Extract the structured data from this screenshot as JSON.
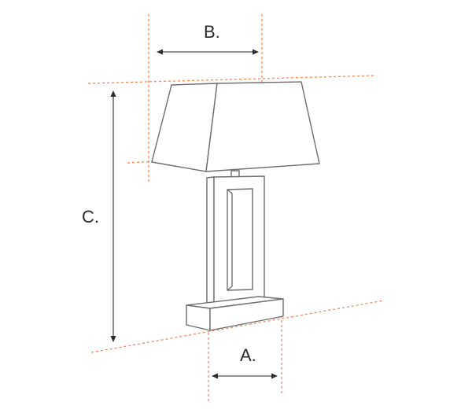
{
  "labels": {
    "a": "A.",
    "b": "B.",
    "c": "C."
  },
  "colors": {
    "guide": "#f08a5d",
    "outline": "#6e6e6e",
    "arrow": "#2a2a2a"
  }
}
